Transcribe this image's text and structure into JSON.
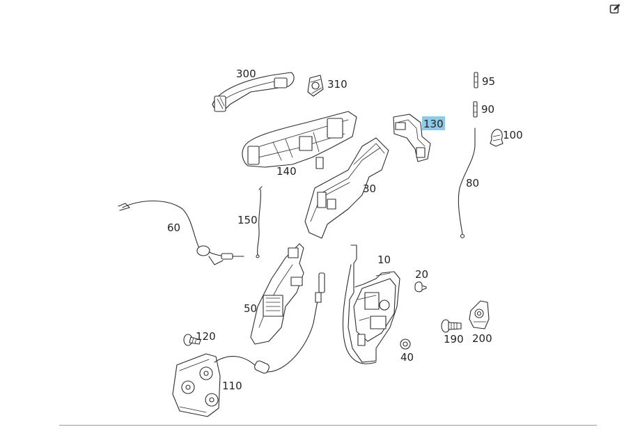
{
  "toolbar": {
    "edit_icon": "edit-icon"
  },
  "diagram": {
    "highlighted_part": "130",
    "parts": [
      {
        "id": "p300",
        "number": "300"
      },
      {
        "id": "p310",
        "number": "310"
      },
      {
        "id": "p95",
        "number": "95"
      },
      {
        "id": "p90",
        "number": "90"
      },
      {
        "id": "p130",
        "number": "130"
      },
      {
        "id": "p100",
        "number": "100"
      },
      {
        "id": "p140",
        "number": "140"
      },
      {
        "id": "p30",
        "number": "30"
      },
      {
        "id": "p80",
        "number": "80"
      },
      {
        "id": "p60",
        "number": "60"
      },
      {
        "id": "p150",
        "number": "150"
      },
      {
        "id": "p10",
        "number": "10"
      },
      {
        "id": "p20",
        "number": "20"
      },
      {
        "id": "p50",
        "number": "50"
      },
      {
        "id": "p190",
        "number": "190"
      },
      {
        "id": "p200",
        "number": "200"
      },
      {
        "id": "p120",
        "number": "120"
      },
      {
        "id": "p40",
        "number": "40"
      },
      {
        "id": "p110",
        "number": "110"
      }
    ]
  },
  "colors": {
    "highlight": "#8ecae6",
    "line": "#2b2b2b",
    "rule": "#999999"
  }
}
